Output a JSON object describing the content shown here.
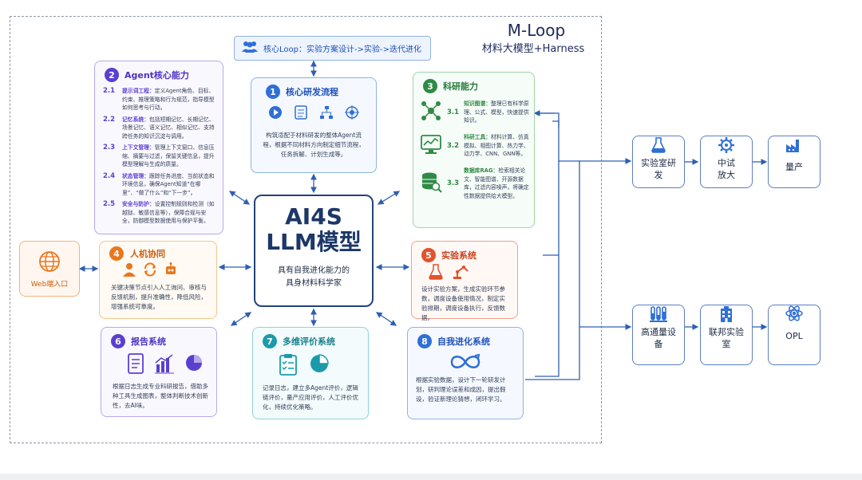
{
  "header": {
    "title": "M-Loop",
    "subtitle": "材料大模型+Harness",
    "loop_label": "核心Loop：实验方案设计->实验->迭代进化"
  },
  "center": {
    "line1": "AI4S",
    "line2": "LLM模型",
    "line3": "具有自我进化能力的",
    "line4": "具身材料科学家"
  },
  "web_entry": {
    "label": "Web端入口"
  },
  "card1": {
    "num": "1",
    "title": "核心研发流程",
    "desc": "构筑适配于材料研发的整体Agent流程，根据不同材料方向制定细节流程，任务拆解、计划生成等。"
  },
  "card2": {
    "num": "2",
    "title": "Agent核心能力",
    "items": [
      {
        "n": "2.1",
        "k": "提示词工程：",
        "t": "定义Agent角色、目标、约束、推理策略和行为规范，指导模型如何思考与行动。"
      },
      {
        "n": "2.2",
        "k": "记忆系统：",
        "t": "包括短期记忆、长期记忆、场景记忆、语义记忆、相似记忆、支持跨任务的知识沉淀与调用。"
      },
      {
        "n": "2.3",
        "k": "上下文管理：",
        "t": "管理上下文窗口、信息压缩、摘要与过滤，保留关键信息，提升模型理解与生成的质量。"
      },
      {
        "n": "2.4",
        "k": "状态管理：",
        "t": "跟踪任务进度、当前状态和环境信息，确保Agent知道“在哪里”、“做了什么”和“下一步”。"
      },
      {
        "n": "2.5",
        "k": "安全与防护：",
        "t": "设置控制规则和检测（如越狱、敏感信息等），保障合规与安全，防御模型数据使用与保护平衡。"
      }
    ]
  },
  "card3": {
    "num": "3",
    "title": "科研能力",
    "items": [
      {
        "n": "3.1",
        "k": "知识图谱：",
        "t": "整理已有科学原理、公式、模型，快速提供知识。"
      },
      {
        "n": "3.2",
        "k": "科研工具：",
        "t": "材料计算、仿真模拟、相图计算、热力学、动力学、CNN、GNN等。"
      },
      {
        "n": "3.3",
        "k": "数据库RAG：",
        "t": "检索相关论文、智能图谱、开源数据库，过滤内容噪声，将确定性数据提供给大模型。"
      }
    ]
  },
  "card4": {
    "num": "4",
    "title": "人机协同",
    "desc": "关键决策节点引入人工询问、审核与反馈机制，提升准确性，降低风险，增强系统可靠度。"
  },
  "card5": {
    "num": "5",
    "title": "实验系统",
    "desc": "设计实验方案，生成实验环节参数，调度设备使用情况，制定实验排期，调度设备执行，反馈数据。"
  },
  "card6": {
    "num": "6",
    "title": "报告系统",
    "desc": "根据日志生成专业科研报告，借助多种工具生成图表，整体判断技术创新性，去AI味。"
  },
  "card7": {
    "num": "7",
    "title": "多维评价系统",
    "desc": "记录日志，建立多Agent评价，逻辑链评价，量产应用评价，人工评价优化，持续优化策略。"
  },
  "card8": {
    "num": "8",
    "title": "自我进化系统",
    "desc": "根据实验数据，设计下一轮研发计划，研判理论误差和成因，提出假设，验证新理论猜想，闭环学习。"
  },
  "right": {
    "row1": [
      "实验室研发",
      "中试放大",
      "量产"
    ],
    "row2": [
      "高通量设备",
      "联邦实验室",
      "OPL"
    ]
  },
  "colors": {
    "navy": "#1c3768",
    "blue": "#2f6fd6",
    "purple": "#5a3fd0",
    "green": "#2e8a45",
    "orange": "#e8771f",
    "teal": "#1b9aaa"
  }
}
